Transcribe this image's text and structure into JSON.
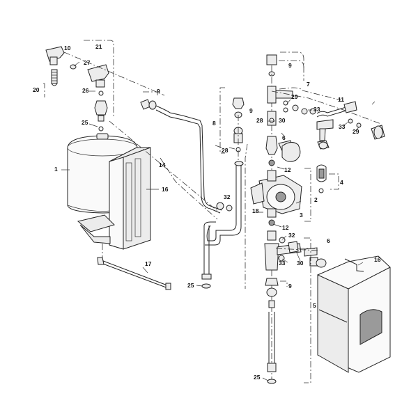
{
  "callouts": [
    "10",
    "21",
    "27",
    "20",
    "26",
    "25",
    "1",
    "16",
    "9",
    "14",
    "8",
    "9",
    "28",
    "32",
    "18",
    "17",
    "25",
    "9",
    "7",
    "29",
    "11",
    "33",
    "28",
    "30",
    "33",
    "29",
    "6",
    "12",
    "4",
    "2",
    "3",
    "12",
    "32",
    "6",
    "33",
    "30",
    "16",
    "9",
    "5",
    "25"
  ]
}
